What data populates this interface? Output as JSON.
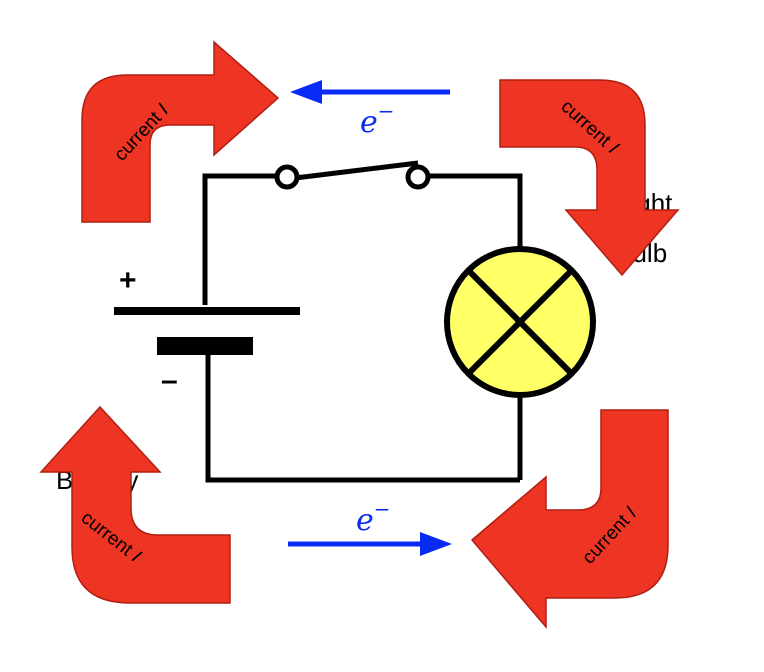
{
  "labels": {
    "battery": "Battery",
    "light_bulb": [
      "Light",
      "bulb"
    ],
    "plus": "+",
    "minus": "–"
  },
  "current_label": {
    "text": "current ",
    "var": "I"
  },
  "electron_label": {
    "base": "e",
    "sup": "−"
  },
  "colors": {
    "wire": "#000000",
    "current_arrow": "#ee3524",
    "current_arrow_stroke": "#b01e12",
    "electron_arrow": "#0a2bf5",
    "bulb_fill": "#ffff66",
    "switch_terminal_fill": "#ffffff"
  }
}
